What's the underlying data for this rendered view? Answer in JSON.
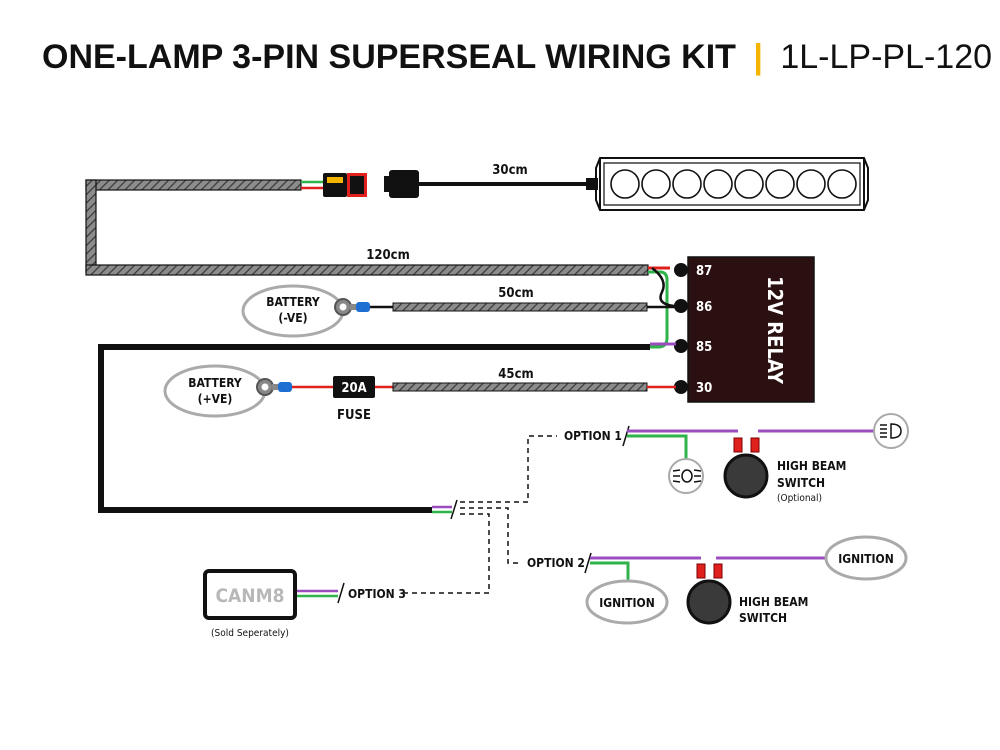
{
  "title": {
    "main": "ONE-LAMP 3-PIN SUPERSEAL WIRING KIT",
    "separator": "|",
    "code": "1L-LP-PL-120"
  },
  "lengths": {
    "lamp_cable": "30cm",
    "main_loom": "120cm",
    "negative_lead": "50cm",
    "positive_lead": "45cm"
  },
  "relay": {
    "label": "12V RELAY",
    "pins": [
      "87",
      "86",
      "85",
      "30"
    ]
  },
  "battery_negative": {
    "line1": "BATTERY",
    "line2": "(-VE)"
  },
  "battery_positive": {
    "line1": "BATTERY",
    "line2": "(+VE)"
  },
  "fuse": {
    "rating": "20A",
    "label": "FUSE"
  },
  "option1": {
    "label": "OPTION 1",
    "switch_line1": "HIGH BEAM",
    "switch_line2": "SWITCH",
    "switch_note": "(Optional)",
    "low_beam_icon": "low-beam-indicator",
    "high_beam_icon": "high-beam-indicator"
  },
  "option2": {
    "label": "OPTION 2",
    "ignition_left": "IGNITION",
    "ignition_right": "IGNITION",
    "switch_line1": "HIGH BEAM",
    "switch_line2": "SWITCH"
  },
  "option3": {
    "label": "OPTION 3",
    "module": "CANM8",
    "note": "(Sold Seperately)"
  },
  "colors": {
    "accent": "#f5b400",
    "wire_red": "#e0201c",
    "wire_green": "#2fb34a",
    "wire_purple": "#9b4dbf",
    "wire_black": "#111111",
    "connector_blue": "#1d6fd1",
    "relay_body": "#2a1010"
  }
}
